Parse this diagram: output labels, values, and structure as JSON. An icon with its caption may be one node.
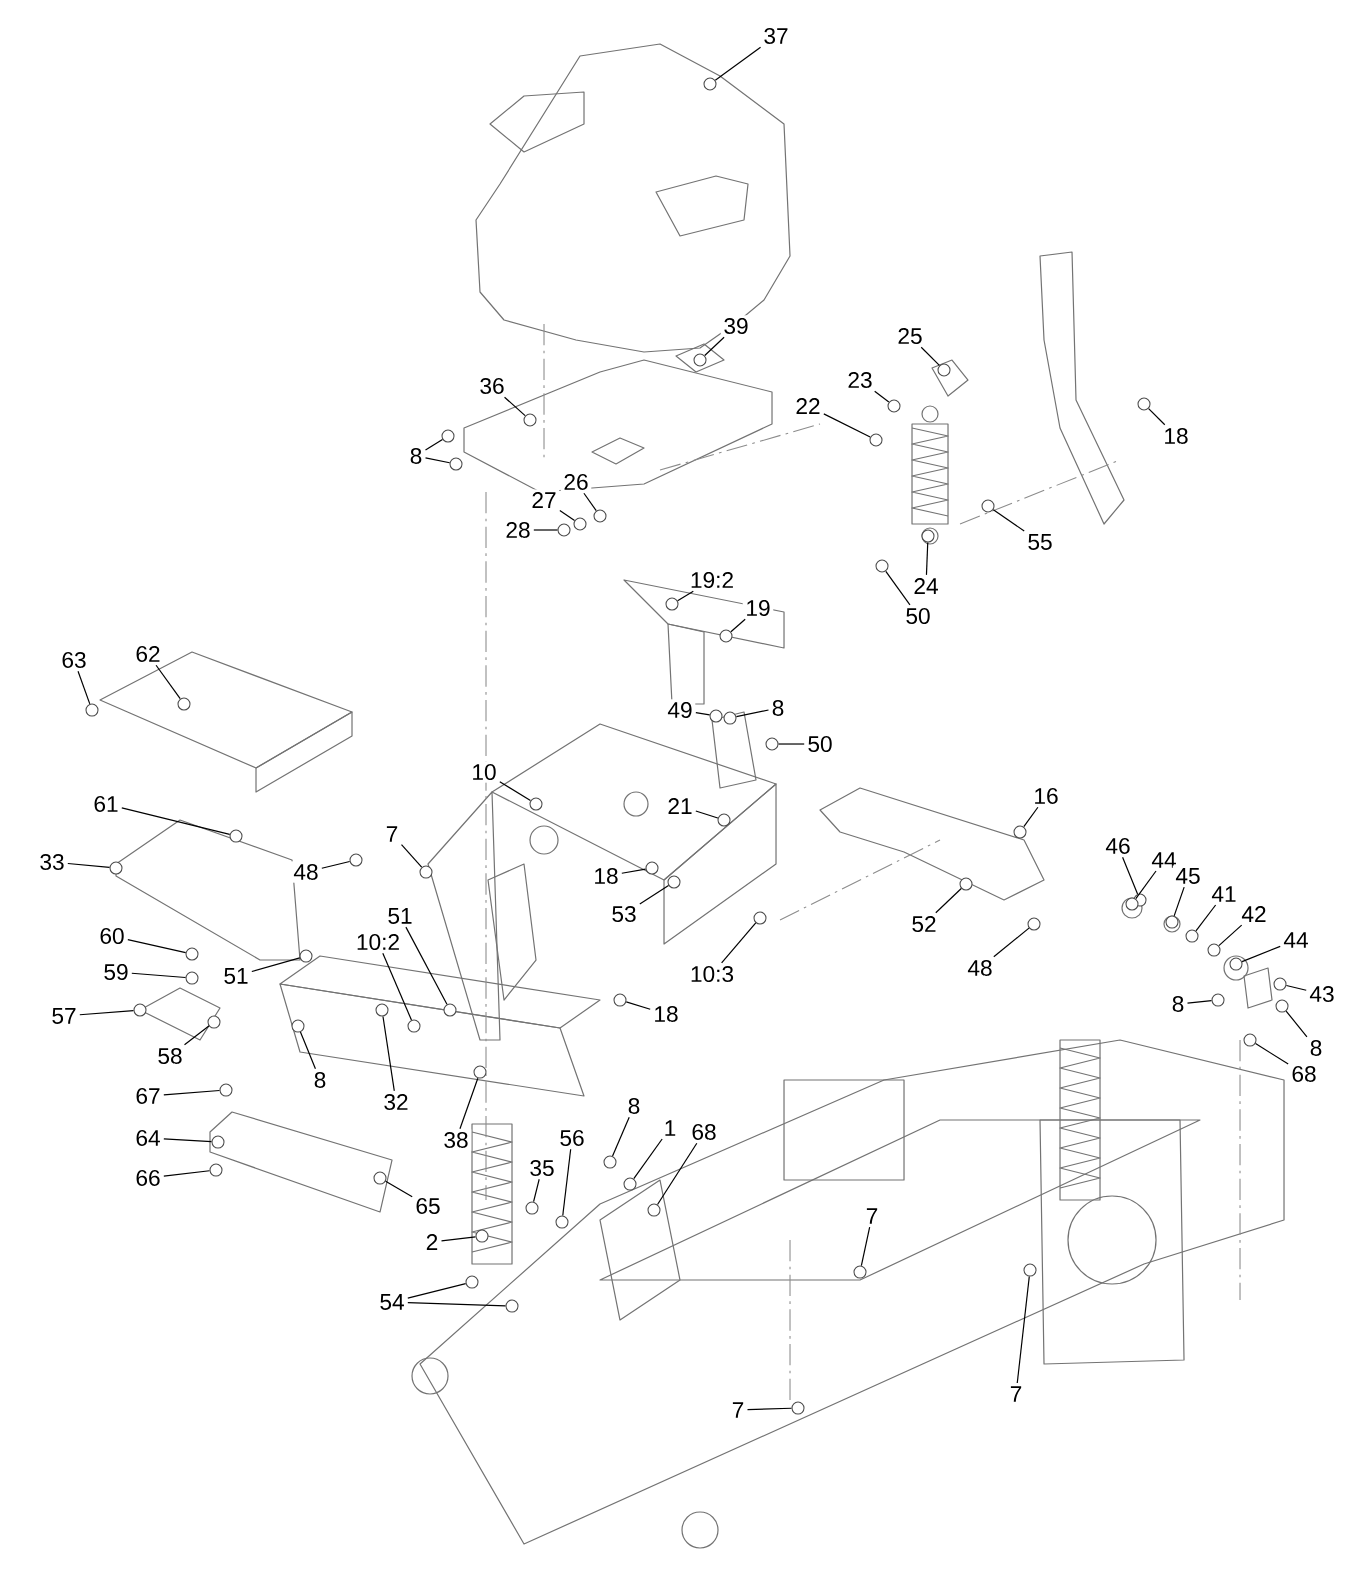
{
  "diagram": {
    "nodes": [
      {
        "text": [
          "37"
        ]
      },
      {
        "text": [
          "39"
        ]
      },
      {
        "text": [
          "36"
        ]
      },
      {
        "text": [
          "8"
        ]
      },
      {
        "text": [
          "25"
        ]
      },
      {
        "text": [
          "23"
        ]
      },
      {
        "text": [
          "22"
        ]
      },
      {
        "text": [
          "18"
        ]
      },
      {
        "text": [
          "55"
        ]
      },
      {
        "text": [
          "24"
        ]
      },
      {
        "text": [
          "50"
        ]
      },
      {
        "text": [
          "26"
        ]
      },
      {
        "text": [
          "27"
        ]
      },
      {
        "text": [
          "28"
        ]
      },
      {
        "text": [
          "19:2"
        ]
      },
      {
        "text": [
          "19"
        ]
      },
      {
        "text": [
          "49"
        ]
      },
      {
        "text": [
          "8"
        ]
      },
      {
        "text": [
          "50"
        ]
      },
      {
        "text": [
          "10"
        ]
      },
      {
        "text": [
          "21"
        ]
      },
      {
        "text": [
          "16"
        ]
      },
      {
        "text": [
          "63"
        ]
      },
      {
        "text": [
          "62"
        ]
      },
      {
        "text": [
          "61"
        ]
      },
      {
        "text": [
          "48"
        ]
      },
      {
        "text": [
          "7"
        ]
      },
      {
        "text": [
          "18"
        ]
      },
      {
        "text": [
          "53"
        ]
      },
      {
        "text": [
          "33"
        ]
      },
      {
        "text": [
          "46"
        ]
      },
      {
        "text": [
          "44"
        ]
      },
      {
        "text": [
          "45"
        ]
      },
      {
        "text": [
          "41"
        ]
      },
      {
        "text": [
          "42"
        ]
      },
      {
        "text": [
          "44"
        ]
      },
      {
        "text": [
          "43"
        ]
      },
      {
        "text": [
          "8"
        ]
      },
      {
        "text": [
          "8"
        ]
      },
      {
        "text": [
          "68"
        ]
      },
      {
        "text": [
          "52"
        ]
      },
      {
        "text": [
          "48"
        ]
      },
      {
        "text": [
          "10:3"
        ]
      },
      {
        "text": [
          "18"
        ]
      },
      {
        "text": [
          "60"
        ]
      },
      {
        "text": [
          "59"
        ]
      },
      {
        "text": [
          "57"
        ]
      },
      {
        "text": [
          "58"
        ]
      },
      {
        "text": [
          "51"
        ]
      },
      {
        "text": [
          "10:2"
        ]
      },
      {
        "text": [
          "51"
        ]
      },
      {
        "text": [
          "8"
        ]
      },
      {
        "text": [
          "32"
        ]
      },
      {
        "text": [
          "38"
        ]
      },
      {
        "text": [
          "67"
        ]
      },
      {
        "text": [
          "64"
        ]
      },
      {
        "text": [
          "66"
        ]
      },
      {
        "text": [
          "65"
        ]
      },
      {
        "text": [
          "8"
        ]
      },
      {
        "text": [
          "1"
        ]
      },
      {
        "text": [
          "68"
        ]
      },
      {
        "text": [
          "56"
        ]
      },
      {
        "text": [
          "35"
        ]
      },
      {
        "text": [
          "2"
        ]
      },
      {
        "text": [
          "54"
        ]
      },
      {
        "text": [
          "7"
        ]
      },
      {
        "text": [
          "7"
        ]
      },
      {
        "text": [
          "7"
        ]
      },
      {
        "text": [],
        "shape": "circle"
      },
      {
        "text": [],
        "shape": "circle"
      },
      {
        "text": [],
        "shape": "circle"
      },
      {
        "text": [],
        "shape": "circle"
      },
      {
        "text": [],
        "shape": "circle"
      },
      {
        "text": [],
        "shape": "circle"
      },
      {
        "text": [],
        "shape": "circle"
      },
      {
        "text": [],
        "shape": "circle"
      },
      {
        "text": [],
        "shape": "circle"
      },
      {
        "text": [],
        "shape": "circle"
      },
      {
        "text": [],
        "shape": "circle"
      },
      {
        "text": [],
        "shape": "circle"
      },
      {
        "text": [],
        "shape": "circle"
      },
      {
        "text": [],
        "shape": "circle"
      },
      {
        "text": [],
        "shape": "circle"
      },
      {
        "text": [],
        "shape": "circle"
      },
      {
        "text": [],
        "shape": "circle"
      },
      {
        "text": [],
        "shape": "circle"
      },
      {
        "text": [],
        "shape": "circle"
      },
      {
        "text": [],
        "shape": "circle"
      },
      {
        "text": [],
        "shape": "circle"
      },
      {
        "text": [],
        "shape": "circle"
      },
      {
        "text": [],
        "shape": "circle"
      },
      {
        "text": [],
        "shape": "circle"
      },
      {
        "text": [],
        "shape": "circle"
      },
      {
        "text": [],
        "shape": "circle"
      },
      {
        "text": [],
        "shape": "circle"
      },
      {
        "text": [],
        "shape": "circle"
      },
      {
        "text": [],
        "shape": "circle"
      },
      {
        "text": [],
        "shape": "circle"
      },
      {
        "text": [],
        "shape": "circle"
      },
      {
        "text": [],
        "shape": "circle"
      },
      {
        "text": [],
        "shape": "circle"
      },
      {
        "text": [],
        "shape": "circle"
      },
      {
        "text": [],
        "shape": "circle"
      },
      {
        "text": [],
        "shape": "circle"
      },
      {
        "text": [],
        "shape": "circle"
      },
      {
        "text": [],
        "shape": "circle"
      },
      {
        "text": [],
        "shape": "circle"
      },
      {
        "text": [],
        "shape": "circle"
      },
      {
        "text": [],
        "shape": "circle"
      },
      {
        "text": [],
        "shape": "circle"
      },
      {
        "text": [],
        "shape": "circle"
      },
      {
        "text": [],
        "shape": "circle"
      },
      {
        "text": [],
        "shape": "circle"
      },
      {
        "text": [],
        "shape": "circle"
      },
      {
        "text": [],
        "shape": "circle"
      },
      {
        "text": [],
        "shape": "circle"
      },
      {
        "text": [],
        "shape": "circle"
      },
      {
        "text": [],
        "shape": "circle"
      },
      {
        "text": [],
        "shape": "circle"
      },
      {
        "text": [],
        "shape": "circle"
      },
      {
        "text": [],
        "shape": "circle"
      },
      {
        "text": [],
        "shape": "circle"
      },
      {
        "text": [],
        "shape": "circle"
      },
      {
        "text": [],
        "shape": "circle"
      },
      {
        "text": [],
        "shape": "circle"
      },
      {
        "text": [],
        "shape": "circle"
      },
      {
        "text": [],
        "shape": "circle"
      },
      {
        "text": [],
        "shape": "circle"
      },
      {
        "text": [],
        "shape": "circle"
      },
      {
        "text": [],
        "shape": "circle"
      },
      {
        "text": [],
        "shape": "circle"
      },
      {
        "text": [],
        "shape": "circle"
      },
      {
        "text": [],
        "shape": "circle"
      },
      {
        "text": [],
        "shape": "circle"
      },
      {
        "text": [],
        "shape": "circle"
      },
      {
        "text": [],
        "shape": "circle"
      },
      {
        "text": [],
        "shape": "circle"
      },
      {
        "text": [],
        "shape": "circle"
      }
    ],
    "edges": [
      {
        "from": 0,
        "to": 68,
        "arrow": "none"
      },
      {
        "from": 1,
        "to": 69,
        "arrow": "none"
      },
      {
        "from": 2,
        "to": 70,
        "arrow": "none"
      },
      {
        "from": 3,
        "to": 71,
        "arrow": "none"
      },
      {
        "from": 3,
        "to": 72,
        "arrow": "none"
      },
      {
        "from": 4,
        "to": 73,
        "arrow": "none"
      },
      {
        "from": 5,
        "to": 74,
        "arrow": "none"
      },
      {
        "from": 6,
        "to": 75,
        "arrow": "none"
      },
      {
        "from": 7,
        "to": 76,
        "arrow": "none"
      },
      {
        "from": 8,
        "to": 77,
        "arrow": "none"
      },
      {
        "from": 9,
        "to": 78,
        "arrow": "none"
      },
      {
        "from": 10,
        "to": 79,
        "arrow": "none"
      },
      {
        "from": 11,
        "to": 80,
        "arrow": "none"
      },
      {
        "from": 12,
        "to": 81,
        "arrow": "none"
      },
      {
        "from": 13,
        "to": 82,
        "arrow": "none"
      },
      {
        "from": 14,
        "to": 83,
        "arrow": "none"
      },
      {
        "from": 15,
        "to": 84,
        "arrow": "none"
      },
      {
        "from": 16,
        "to": 85,
        "arrow": "none"
      },
      {
        "from": 17,
        "to": 86,
        "arrow": "none"
      },
      {
        "from": 18,
        "to": 87,
        "arrow": "none"
      },
      {
        "from": 19,
        "to": 88,
        "arrow": "none"
      },
      {
        "from": 20,
        "to": 89,
        "arrow": "none"
      },
      {
        "from": 21,
        "to": 90,
        "arrow": "none"
      },
      {
        "from": 22,
        "to": 91,
        "arrow": "none"
      },
      {
        "from": 23,
        "to": 92,
        "arrow": "none"
      },
      {
        "from": 24,
        "to": 93,
        "arrow": "none"
      },
      {
        "from": 25,
        "to": 94,
        "arrow": "none"
      },
      {
        "from": 26,
        "to": 95,
        "arrow": "none"
      },
      {
        "from": 27,
        "to": 96,
        "arrow": "none"
      },
      {
        "from": 28,
        "to": 97,
        "arrow": "none"
      },
      {
        "from": 29,
        "to": 98,
        "arrow": "none"
      },
      {
        "from": 30,
        "to": 99,
        "arrow": "none"
      },
      {
        "from": 31,
        "to": 100,
        "arrow": "none"
      },
      {
        "from": 32,
        "to": 101,
        "arrow": "none"
      },
      {
        "from": 33,
        "to": 102,
        "arrow": "none"
      },
      {
        "from": 34,
        "to": 103,
        "arrow": "none"
      },
      {
        "from": 35,
        "to": 104,
        "arrow": "none"
      },
      {
        "from": 36,
        "to": 105,
        "arrow": "none"
      },
      {
        "from": 37,
        "to": 106,
        "arrow": "none"
      },
      {
        "from": 38,
        "to": 107,
        "arrow": "none"
      },
      {
        "from": 39,
        "to": 108,
        "arrow": "none"
      },
      {
        "from": 40,
        "to": 109,
        "arrow": "none"
      },
      {
        "from": 41,
        "to": 110,
        "arrow": "none"
      },
      {
        "from": 42,
        "to": 111,
        "arrow": "none"
      },
      {
        "from": 43,
        "to": 112,
        "arrow": "none"
      },
      {
        "from": 44,
        "to": 113,
        "arrow": "none"
      },
      {
        "from": 45,
        "to": 114,
        "arrow": "none"
      },
      {
        "from": 46,
        "to": 115,
        "arrow": "none"
      },
      {
        "from": 47,
        "to": 116,
        "arrow": "none"
      },
      {
        "from": 48,
        "to": 117,
        "arrow": "none"
      },
      {
        "from": 49,
        "to": 118,
        "arrow": "none"
      },
      {
        "from": 50,
        "to": 119,
        "arrow": "none"
      },
      {
        "from": 51,
        "to": 120,
        "arrow": "none"
      },
      {
        "from": 52,
        "to": 121,
        "arrow": "none"
      },
      {
        "from": 53,
        "to": 122,
        "arrow": "none"
      },
      {
        "from": 54,
        "to": 123,
        "arrow": "none"
      },
      {
        "from": 55,
        "to": 124,
        "arrow": "none"
      },
      {
        "from": 56,
        "to": 125,
        "arrow": "none"
      },
      {
        "from": 57,
        "to": 126,
        "arrow": "none"
      },
      {
        "from": 58,
        "to": 127,
        "arrow": "none"
      },
      {
        "from": 59,
        "to": 128,
        "arrow": "none"
      },
      {
        "from": 60,
        "to": 129,
        "arrow": "none"
      },
      {
        "from": 61,
        "to": 130,
        "arrow": "none"
      },
      {
        "from": 62,
        "to": 131,
        "arrow": "none"
      },
      {
        "from": 63,
        "to": 132,
        "arrow": "none"
      },
      {
        "from": 64,
        "to": 133,
        "arrow": "none"
      },
      {
        "from": 64,
        "to": 134,
        "arrow": "none"
      },
      {
        "from": 65,
        "to": 135,
        "arrow": "none"
      },
      {
        "from": 66,
        "to": 136,
        "arrow": "none"
      },
      {
        "from": 67,
        "to": 137,
        "arrow": "none"
      }
    ]
  }
}
